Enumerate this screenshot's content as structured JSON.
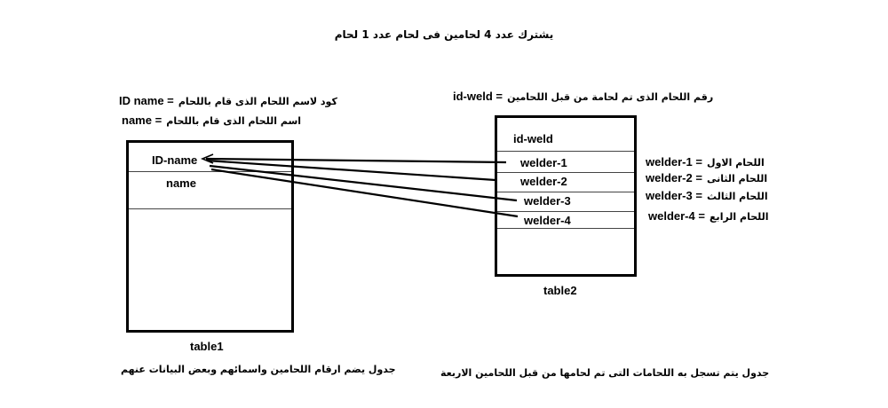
{
  "header": {
    "title": "يشترك عدد 4 لحامين فى لحام عدد 1 لحام"
  },
  "legend_left": {
    "id_name_term": "ID name =",
    "id_name_desc": "كود لاسم اللحام الذى قام باللحام",
    "name_term": "name =",
    "name_desc": "اسم اللحام الذى قام باللحام"
  },
  "legend_right": {
    "id_weld_term": "id-weld =",
    "id_weld_desc": "رقم اللحام الذى تم لحامة من قبل اللحامين"
  },
  "table1": {
    "fields": [
      "ID-name",
      "name"
    ],
    "caption": "table1",
    "description": "جدول يضم ارقام اللحامين واسمائهم وبعض البيانات عنهم"
  },
  "table2": {
    "fields": [
      "id-weld",
      "welder-1",
      "welder-2",
      "welder-3",
      "welder-4"
    ],
    "caption": "table2",
    "description": "جدول يتم تسجل به اللحامات التى تم لحامها من قبل اللحامين الاربعة"
  },
  "welder_labels": [
    {
      "term": "welder-1 =",
      "desc": "اللحام الاول"
    },
    {
      "term": "welder-2 =",
      "desc": "اللحام الثانى"
    },
    {
      "term": "welder-3 =",
      "desc": "اللحام الثالث"
    },
    {
      "term": "welder-4 =",
      "desc": "اللحام الرابع"
    }
  ],
  "colors": {
    "stroke": "#000000",
    "background": "#ffffff"
  }
}
